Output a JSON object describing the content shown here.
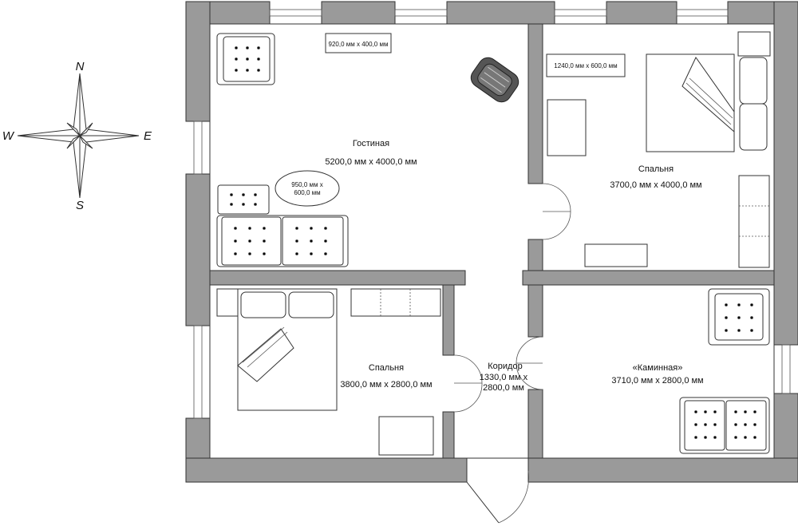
{
  "compass": {
    "n": "N",
    "s": "S",
    "w": "W",
    "e": "E"
  },
  "rooms": {
    "living": {
      "name": "Гостиная",
      "size": "5200,0 мм x 4000,0 мм"
    },
    "bedroom1": {
      "name": "Спальня",
      "size": "3700,0 мм x 4000,0 мм"
    },
    "bedroom2": {
      "name": "Спальня",
      "size": "3800,0 мм x 2800,0 мм"
    },
    "corridor": {
      "name": "Коридор",
      "size1": "1330,0 мм x",
      "size2": "2800,0 мм"
    },
    "fireplace": {
      "name": "«Каминная»",
      "size": "3710,0 мм x 2800,0 мм"
    }
  },
  "furniture": {
    "tv_unit": "920,0 мм x 400,0 мм",
    "desk": "1240,0 мм x 600,0 мм",
    "table_line1": "950,0 мм x",
    "table_line2": "600,0 мм"
  },
  "colors": {
    "wall": "#9a9a9a",
    "line": "#333333",
    "background": "#ffffff"
  }
}
